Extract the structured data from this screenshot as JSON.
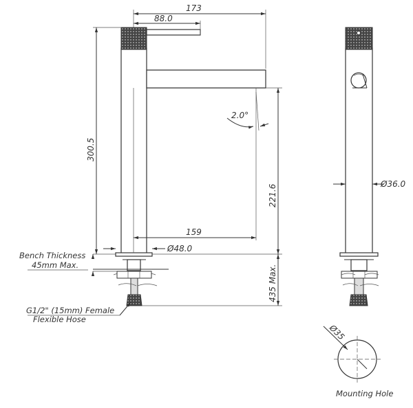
{
  "dimensions": {
    "overall_width": "173",
    "handle_length": "88.0",
    "overall_height": "300.5",
    "spout_angle": "2.0°",
    "spout_height": "221.6",
    "spout_reach": "159",
    "base_diameter": "Ø48.0",
    "body_diameter": "Ø36.0",
    "hose_length": "435 Max.",
    "hole_diameter": "Ø35"
  },
  "notes": {
    "bench_line1": "Bench Thickness",
    "bench_line2": "45mm Max.",
    "hose_line1": "G1/2\" (15mm) Female",
    "hose_line2": "Flexible Hose",
    "mounting_hole": "Mounting Hole"
  }
}
